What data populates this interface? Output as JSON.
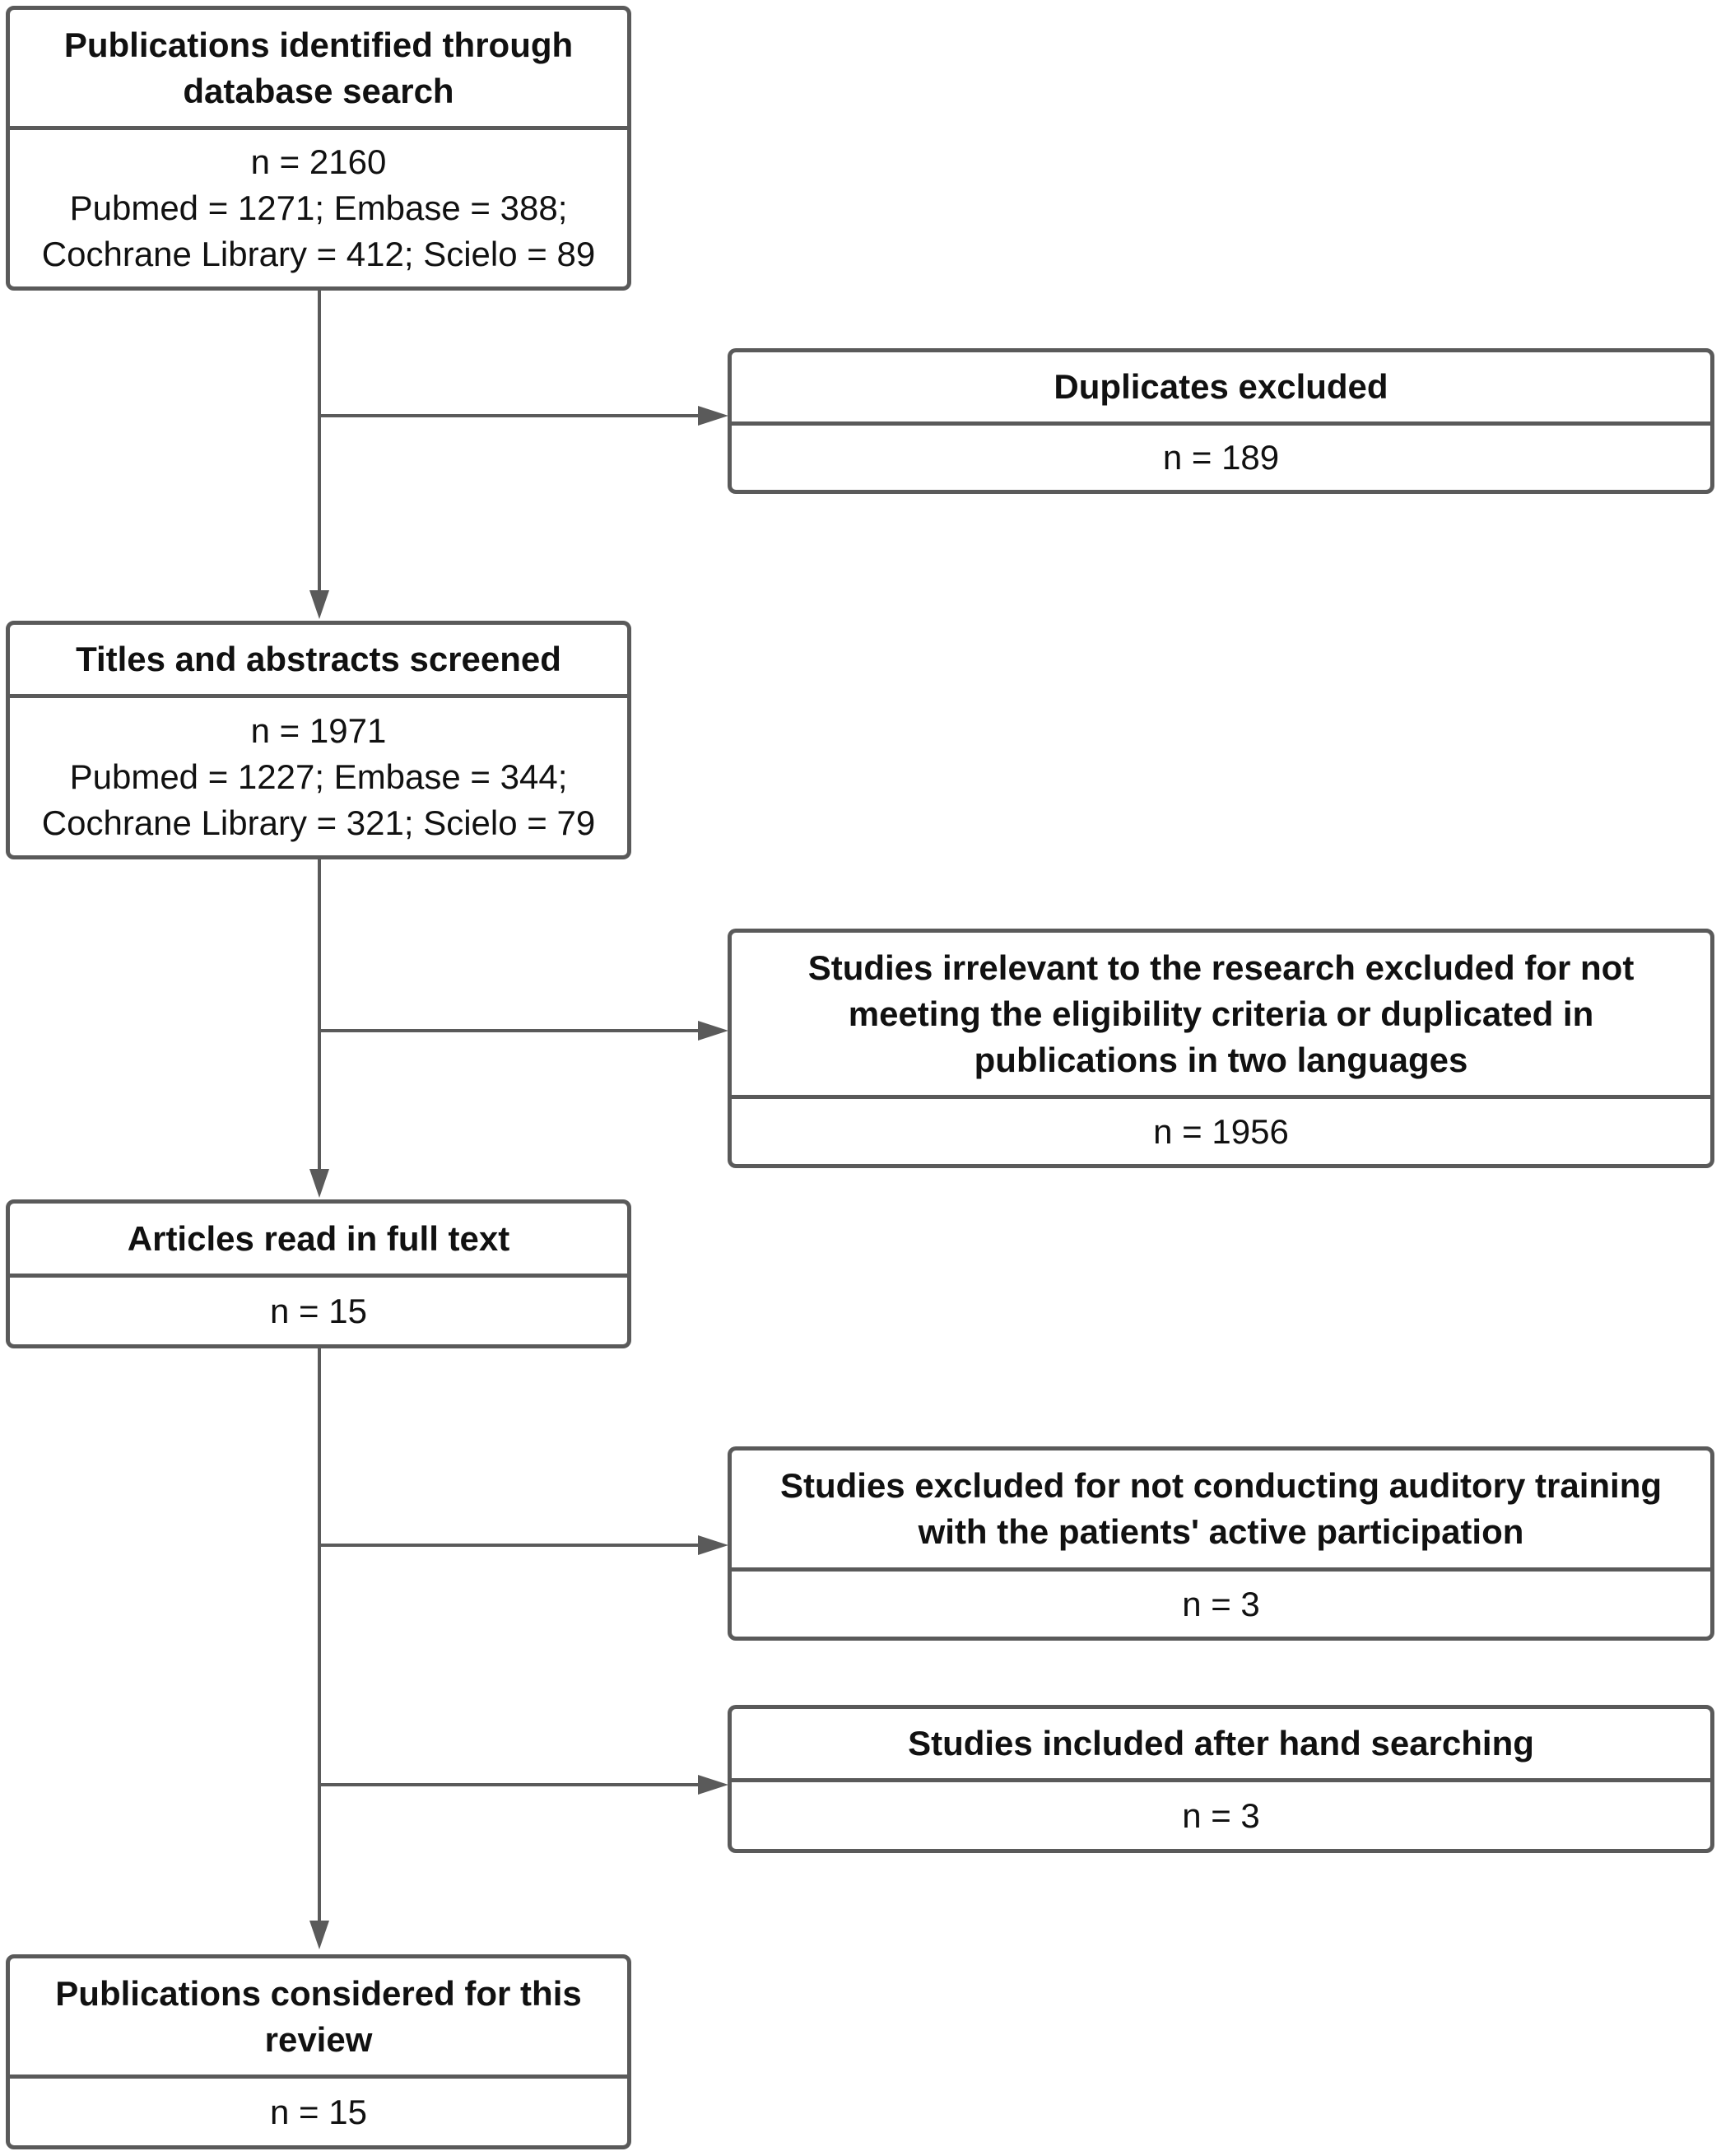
{
  "colors": {
    "border": "#5a5a5a",
    "text": "#111111",
    "background": "#ffffff"
  },
  "boxes": {
    "identified": {
      "title": [
        "Publications identified through",
        "database search"
      ],
      "body": [
        "n = 2160",
        "Pubmed = 1271; Embase = 388;",
        "Cochrane Library = 412; Scielo = 89"
      ]
    },
    "duplicates": {
      "title": [
        "Duplicates excluded"
      ],
      "body": [
        "n = 189"
      ]
    },
    "screened": {
      "title": [
        "Titles and abstracts screened"
      ],
      "body": [
        "n = 1971",
        "Pubmed = 1227; Embase = 344;",
        "Cochrane Library = 321; Scielo = 79"
      ]
    },
    "irrelevant": {
      "title": [
        "Studies irrelevant to the research excluded for not",
        "meeting the eligibility criteria or duplicated in",
        "publications in two languages"
      ],
      "body": [
        "n = 1956"
      ]
    },
    "fulltext": {
      "title": [
        "Articles read in full text"
      ],
      "body": [
        "n = 15"
      ]
    },
    "excluded_training": {
      "title": [
        "Studies excluded for not conducting auditory training",
        "with the patients' active participation"
      ],
      "body": [
        "n = 3"
      ]
    },
    "hand_search": {
      "title": [
        "Studies included after hand searching"
      ],
      "body": [
        "n = 3"
      ]
    },
    "considered": {
      "title": [
        "Publications considered for this",
        "review"
      ],
      "body": [
        "n = 15"
      ]
    }
  }
}
